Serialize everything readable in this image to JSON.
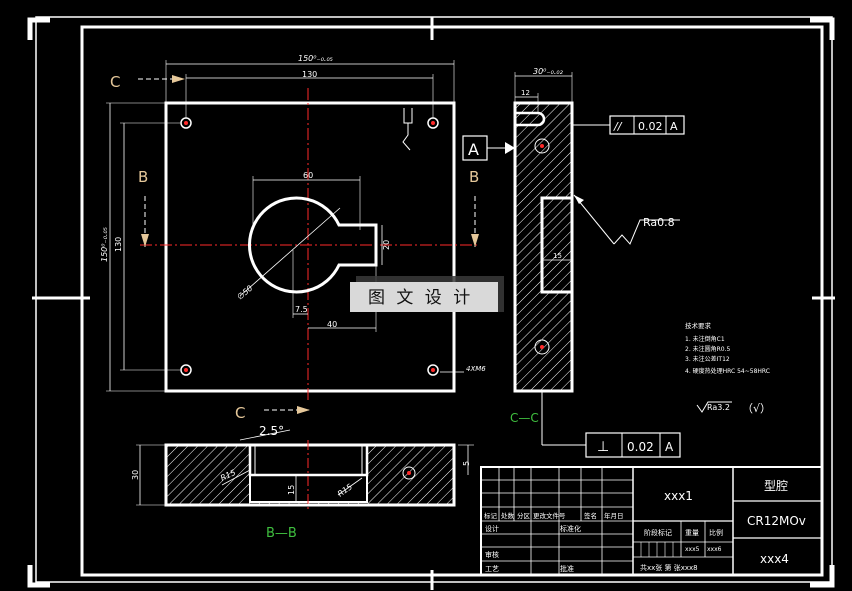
{
  "drawing": {
    "colors": {
      "background": "#000000",
      "line": "#ffffff",
      "centerline": "#ff2a2a",
      "section_label": "#e6c89a",
      "section_caption": "#3fbf3f"
    },
    "plan": {
      "dim_total": "150⁰₋₀.₀₅",
      "dim_holes": "130",
      "dim_slot_width": "60",
      "dim_height_total": "150⁰₋₀.₀₅",
      "dim_height_holes": "130",
      "dim_radius": "∅50",
      "dim_slot_h": "20",
      "dim_small": "7.5",
      "dim_40": "40",
      "thread_note": "4XM6",
      "label_c_top": "C",
      "label_c_bottom": "C",
      "label_b_left": "B",
      "label_b_right": "B"
    },
    "side": {
      "dim_top": "30⁰₋₀.₀₂",
      "dim_12": "12",
      "dim_15": "15",
      "datum": "A",
      "tol_parallel_symbol": "//",
      "tol_parallel_value": "0.02",
      "tol_parallel_ref": "A",
      "roughness": "Ra0.8",
      "caption": "C—C",
      "tol_perp_symbol": "⊥",
      "tol_perp_value": "0.02",
      "tol_perp_ref": "A"
    },
    "section": {
      "angle": "2.5°",
      "dim_30": "30",
      "dim_5": "5",
      "dim_15": "15",
      "r1": "R15",
      "r2": "R15",
      "caption": "B—B"
    },
    "notes": {
      "title": "技术要求",
      "lines": [
        "1. 未注倒角C1",
        "2. 未注圆角R0.5",
        "3. 未注公差IT12",
        "4. 硬度热处理HRC 54~58HRC"
      ],
      "roughness_general": "Ra3.2",
      "roughness_paren": "（√）"
    },
    "watermark": "图 文 设 计",
    "title_block": {
      "name": "xxx1",
      "part": "型腔",
      "material": "CR12MOv",
      "code": "xxx4",
      "rev_headers": [
        "标记",
        "处数",
        "分区",
        "更改文件号",
        "签名",
        "年月日"
      ],
      "row_design": "设计",
      "row_std": "标准化",
      "stage_label": "阶段标记",
      "weight_label": "重量",
      "scale_label": "比例",
      "weight_val": "xxx5",
      "scale_val": "xxx6",
      "review": "审核",
      "craft": "工艺",
      "approve": "批准",
      "sheets": "共xx张 第 张xxx8"
    }
  }
}
